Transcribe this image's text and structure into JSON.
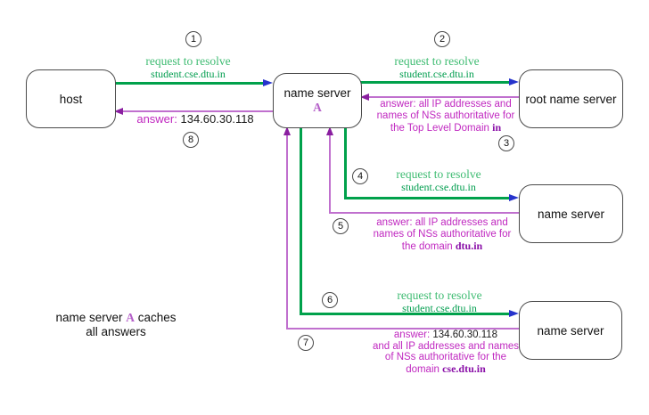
{
  "colors": {
    "request_line": "#00a14b",
    "request_arrowhead": "#2633cc",
    "request_text": "#3fbc72",
    "request_domain_text": "#009d4e",
    "answer_line": "#c070ce",
    "answer_arrowhead": "#8a1fa0",
    "answer_text": "#c028c0",
    "domain_text": "#8a10a8",
    "accent_a": "#b45fc8"
  },
  "nodes": {
    "host": {
      "label": "host"
    },
    "name_server_a": {
      "label": "name server",
      "sublabel": "A"
    },
    "root_name_server": {
      "label": "root name server"
    },
    "name_server_tld": {
      "label": "name server"
    },
    "name_server_domain": {
      "label": "name server"
    }
  },
  "messages": {
    "step1": {
      "number": "1",
      "line1": "request to resolve",
      "line2": "student.cse.dtu.in"
    },
    "step2": {
      "number": "2",
      "line1": "request to resolve",
      "line2": "student.cse.dtu.in"
    },
    "step3": {
      "number": "3",
      "line1": "answer: all IP addresses and",
      "line2": "names of NSs authoritative for",
      "line3": "the Top Level Domain",
      "domain": "in"
    },
    "step4": {
      "number": "4",
      "line1": "request to resolve",
      "line2": "student.cse.dtu.in"
    },
    "step5": {
      "number": "5",
      "line1": "answer: all IP addresses and",
      "line2": "names of NSs authoritative for",
      "line3": "the domain",
      "domain": "dtu.in"
    },
    "step6": {
      "number": "6",
      "line1": "request to resolve",
      "line2": "student.cse.dtu.in"
    },
    "step7": {
      "number": "7",
      "answer_label": "answer:",
      "ip": "134.60.30.118",
      "line2": "and all IP addresses and names",
      "line3": "of NSs authoritative for the",
      "line4": "domain",
      "domain": "cse.dtu.in"
    },
    "step8": {
      "number": "8",
      "answer_label": "answer:",
      "ip": "134.60.30.118"
    }
  },
  "caption": {
    "pre": "name server",
    "highlight": "A",
    "post": "caches",
    "line2": "all answers"
  }
}
